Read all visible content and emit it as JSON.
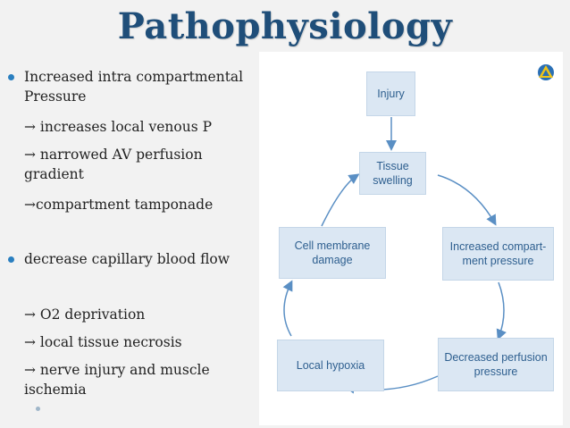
{
  "slide": {
    "title": "Pathophysiology",
    "bullets": [
      {
        "text": "Increased intra compartmental",
        "bullet": true
      },
      {
        "text": "Pressure",
        "bullet": false
      },
      {
        "text": "→ increases local venous P",
        "bullet": false
      },
      {
        "text": "→ narrowed AV perfusion",
        "bullet": false
      },
      {
        "text": "gradient",
        "bullet": false
      },
      {
        "text": "→compartment tamponade",
        "bullet": false
      },
      {
        "text": "decrease capillary blood flow",
        "bullet": true
      },
      {
        "text": "→ O2 deprivation",
        "bullet": false
      },
      {
        "text": "→ local tissue necrosis",
        "bullet": false
      },
      {
        "text": "→ nerve injury and muscle",
        "bullet": false
      },
      {
        "text": "ischemia",
        "bullet": false
      }
    ]
  },
  "diagram": {
    "nodes": {
      "injury": "Injury",
      "swelling_1": "Tissue",
      "swelling_2": "swelling",
      "increased_1": "Increased compart-",
      "increased_2": "ment pressure",
      "decreased_1": "Decreased perfusion",
      "decreased_2": "pressure",
      "hypoxia": "Local hypoxia",
      "membrane_1": "Cell membrane",
      "membrane_2": "damage"
    },
    "logo_icon": "triangle-globe-logo-icon",
    "colors": {
      "box_fill": "#dbe7f3",
      "box_text": "#2e5f8f",
      "arrow": "#5a8fc4",
      "title": "#1f4e79",
      "bullet": "#2a7fc0"
    }
  }
}
